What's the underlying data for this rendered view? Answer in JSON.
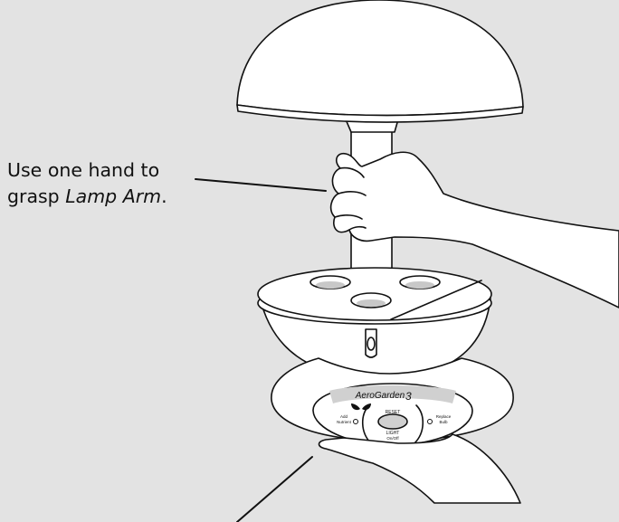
{
  "callout": {
    "line1": "Use one hand to",
    "line2_prefix": "grasp ",
    "line2_emph": "Lamp Arm",
    "line2_suffix": "."
  },
  "control_panel": {
    "brand": "AeroGarden",
    "model_number": "3",
    "reset_label": "RESET",
    "light_label": "LIGHT",
    "light_sub_label": "On/Off",
    "left_label_line1": "Add",
    "left_label_line2": "Nutrient",
    "right_label_line1": "Replace",
    "right_label_line2": "Bulb"
  },
  "colors": {
    "background": "#e3e3e3",
    "fill": "#ffffff",
    "stroke": "#111111",
    "panel_band": "#d0d0d0"
  },
  "icons": [
    "leaf-icon"
  ]
}
